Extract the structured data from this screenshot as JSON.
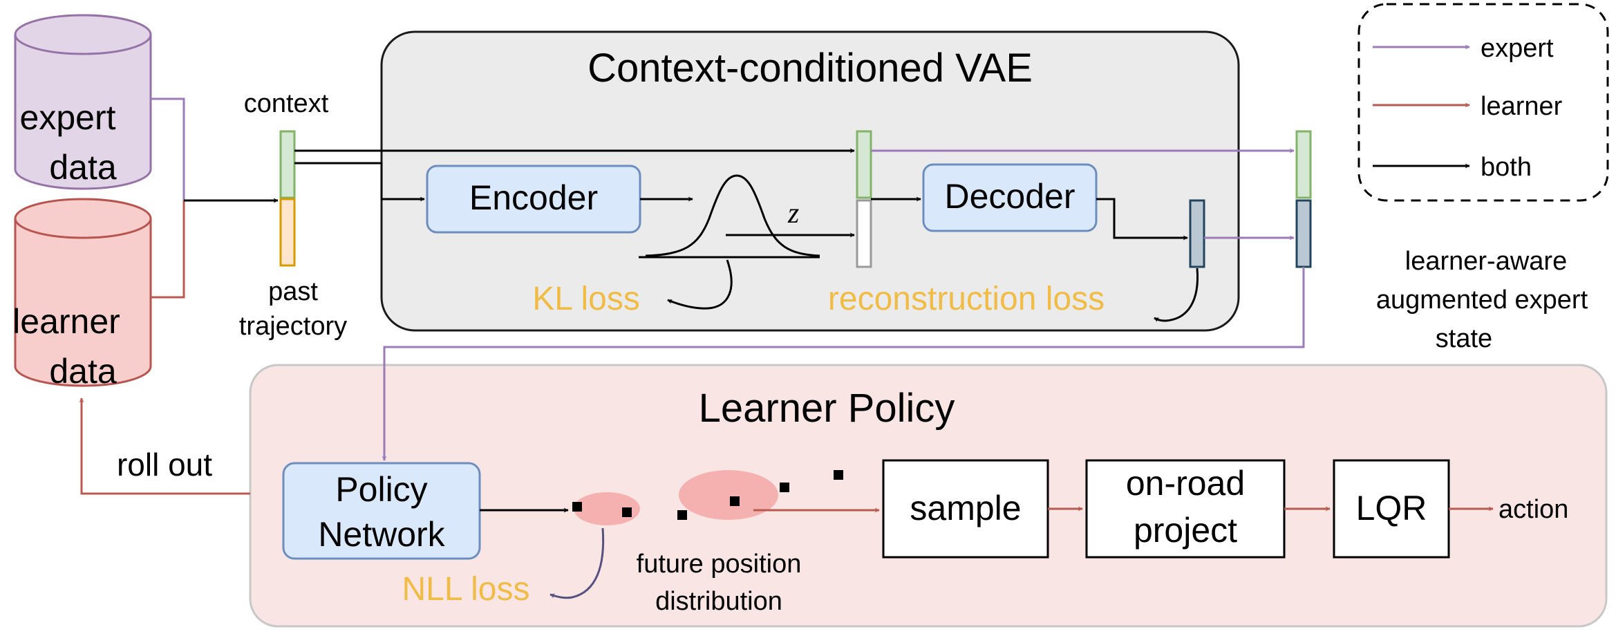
{
  "vae": {
    "title": "Context-conditioned VAE",
    "encoder": "Encoder",
    "decoder": "Decoder",
    "z": "z",
    "kl_loss": "KL loss",
    "recon_loss": "reconstruction loss"
  },
  "stores": {
    "expert_l1": "expert",
    "expert_l2": "data",
    "learner_l1": "learner",
    "learner_l2": "data"
  },
  "inputs": {
    "context": "context",
    "past_l1": "past",
    "past_l2": "trajectory"
  },
  "augmented": {
    "l1": "learner-aware",
    "l2": "augmented expert",
    "l3": "state"
  },
  "legend": {
    "expert": "expert",
    "learner": "learner",
    "both": "both"
  },
  "policy": {
    "title": "Learner Policy",
    "network_l1": "Policy",
    "network_l2": "Network",
    "nll_loss": "NLL loss",
    "future_l1": "future position",
    "future_l2": "distribution",
    "sample": "sample",
    "onroad_l1": "on-road",
    "onroad_l2": "project",
    "lqr": "LQR",
    "action": "action",
    "roll_out": "roll out"
  },
  "colors": {
    "expert_arrow": "#9b7bb8",
    "learner_arrow": "#b85a50",
    "both_arrow": "#000000",
    "loss_text": "#f0bc45",
    "module_fill": "#dae8fc",
    "module_stroke": "#6c8ebf",
    "vae_fill": "#ebebeb",
    "policy_fill": "#f9e5e3",
    "context_vec": "#d5e8d4",
    "past_vec": "#ffe6cc",
    "latent_vec": "#bac8d3",
    "nll_arrow": "#56517e"
  },
  "icons": {
    "expert_store": "database-icon",
    "learner_store": "database-icon",
    "gaussian": "gaussian-curve-icon"
  }
}
